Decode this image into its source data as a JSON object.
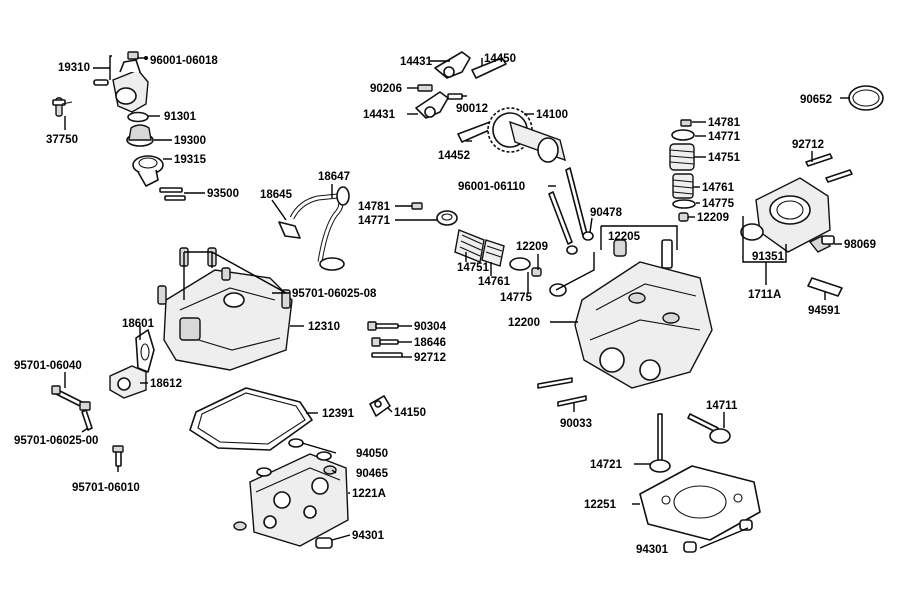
{
  "labels": {
    "l19310": "19310",
    "l96001_06018": "96001-06018",
    "l91301": "91301",
    "l37750": "37750",
    "l19300": "19300",
    "l19315": "19315",
    "l93500": "93500",
    "l18645": "18645",
    "l18647": "18647",
    "l14431a": "14431",
    "l14450": "14450",
    "l90206": "90206",
    "l90012": "90012",
    "l14431b": "14431",
    "l14100": "14100",
    "l14452": "14452",
    "l90652": "90652",
    "l14781a": "14781",
    "l14771a": "14771",
    "l14751a": "14751",
    "l14761a": "14761",
    "l14775a": "14775",
    "l12209a": "12209",
    "l92712a": "92712",
    "l96001_06110": "96001-06110",
    "l90478": "90478",
    "l14781b": "14781",
    "l14771b": "14771",
    "l12205": "12205",
    "l12209b": "12209",
    "l14751b": "14751",
    "l14761b": "14761",
    "l14775b": "14775",
    "l91351": "91351",
    "l98069": "98069",
    "l1711A": "1711A",
    "l94591": "94591",
    "l95701_06025_08": "95701-06025-08",
    "l12310": "12310",
    "l12200": "12200",
    "l18601": "18601",
    "l90304": "90304",
    "l18646": "18646",
    "l92712b": "92712",
    "l95701_06040": "95701-06040",
    "l18612": "18612",
    "l12391": "12391",
    "l14150": "14150",
    "l90033": "90033",
    "l14711": "14711",
    "l95701_06025_00": "95701-06025-00",
    "l94050": "94050",
    "l90465": "90465",
    "l14721": "14721",
    "l1221A": "1221A",
    "l12251": "12251",
    "l95701_06010": "95701-06010",
    "l94301a": "94301",
    "l94301b": "94301"
  }
}
